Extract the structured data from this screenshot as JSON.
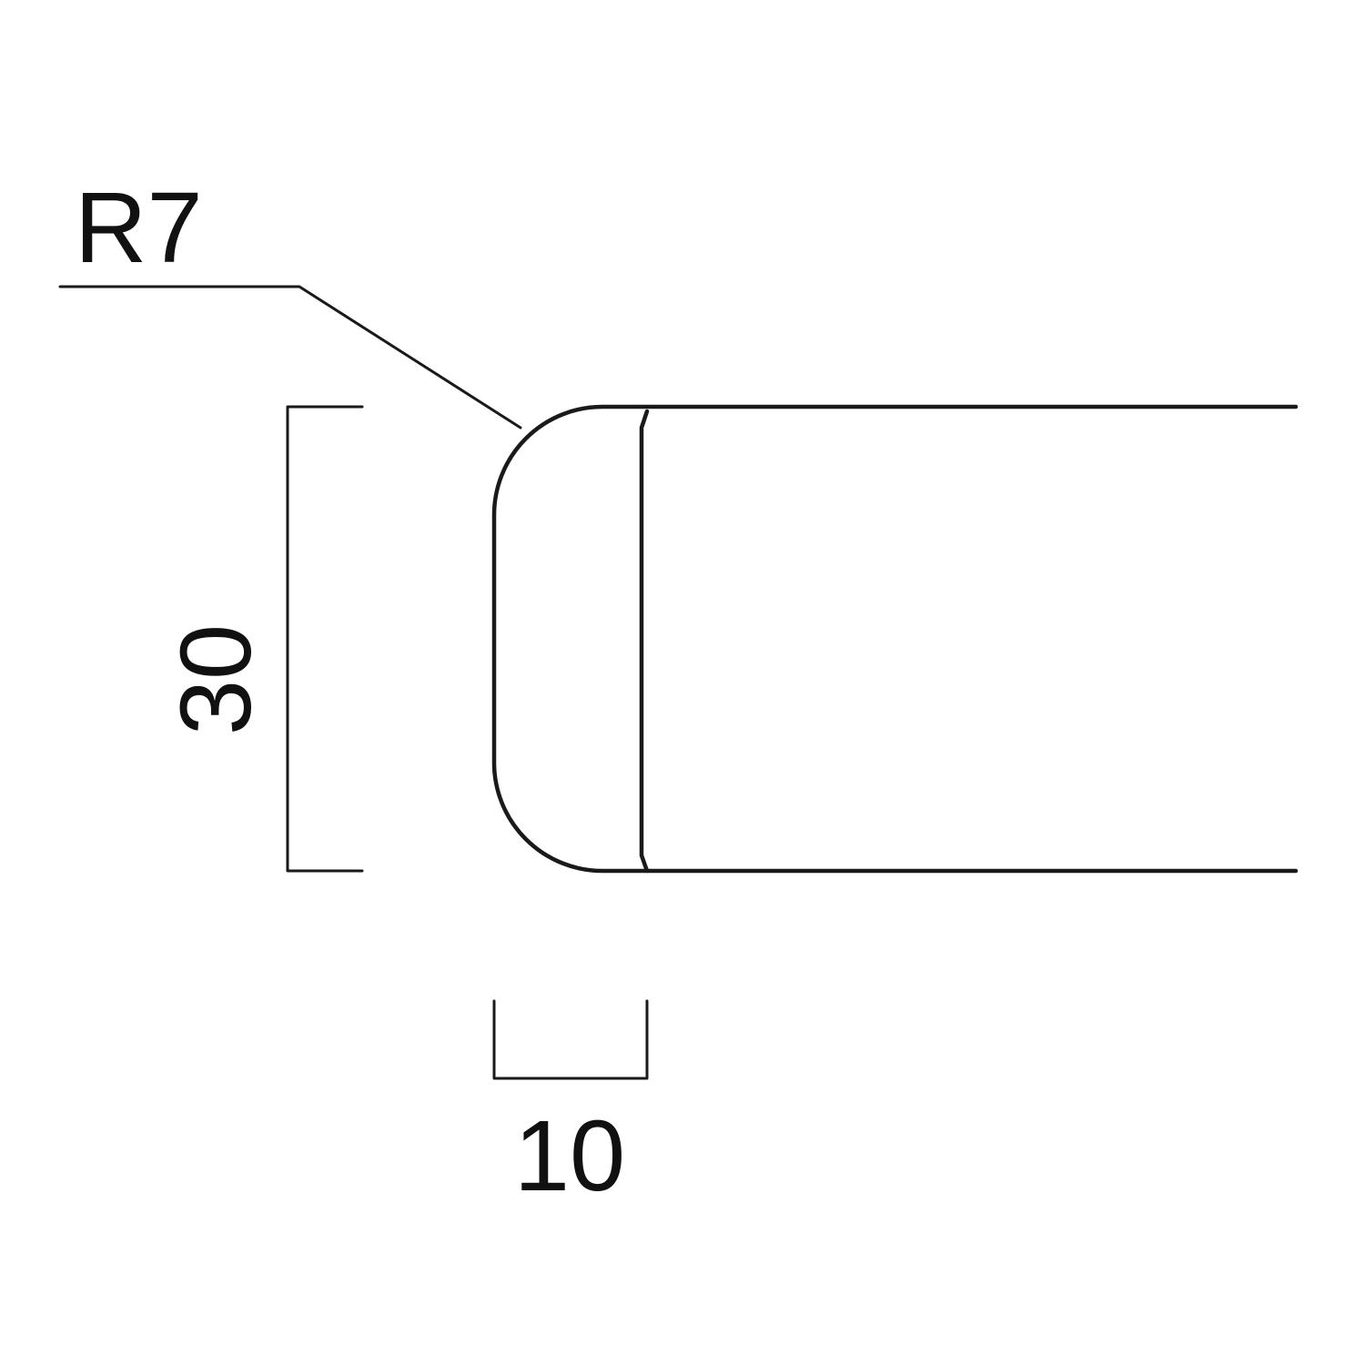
{
  "drawing": {
    "radius_label": "R7",
    "height_label": "30",
    "width_label": "10"
  },
  "colors": {
    "line": "#1a1a1a",
    "background": "#ffffff"
  }
}
